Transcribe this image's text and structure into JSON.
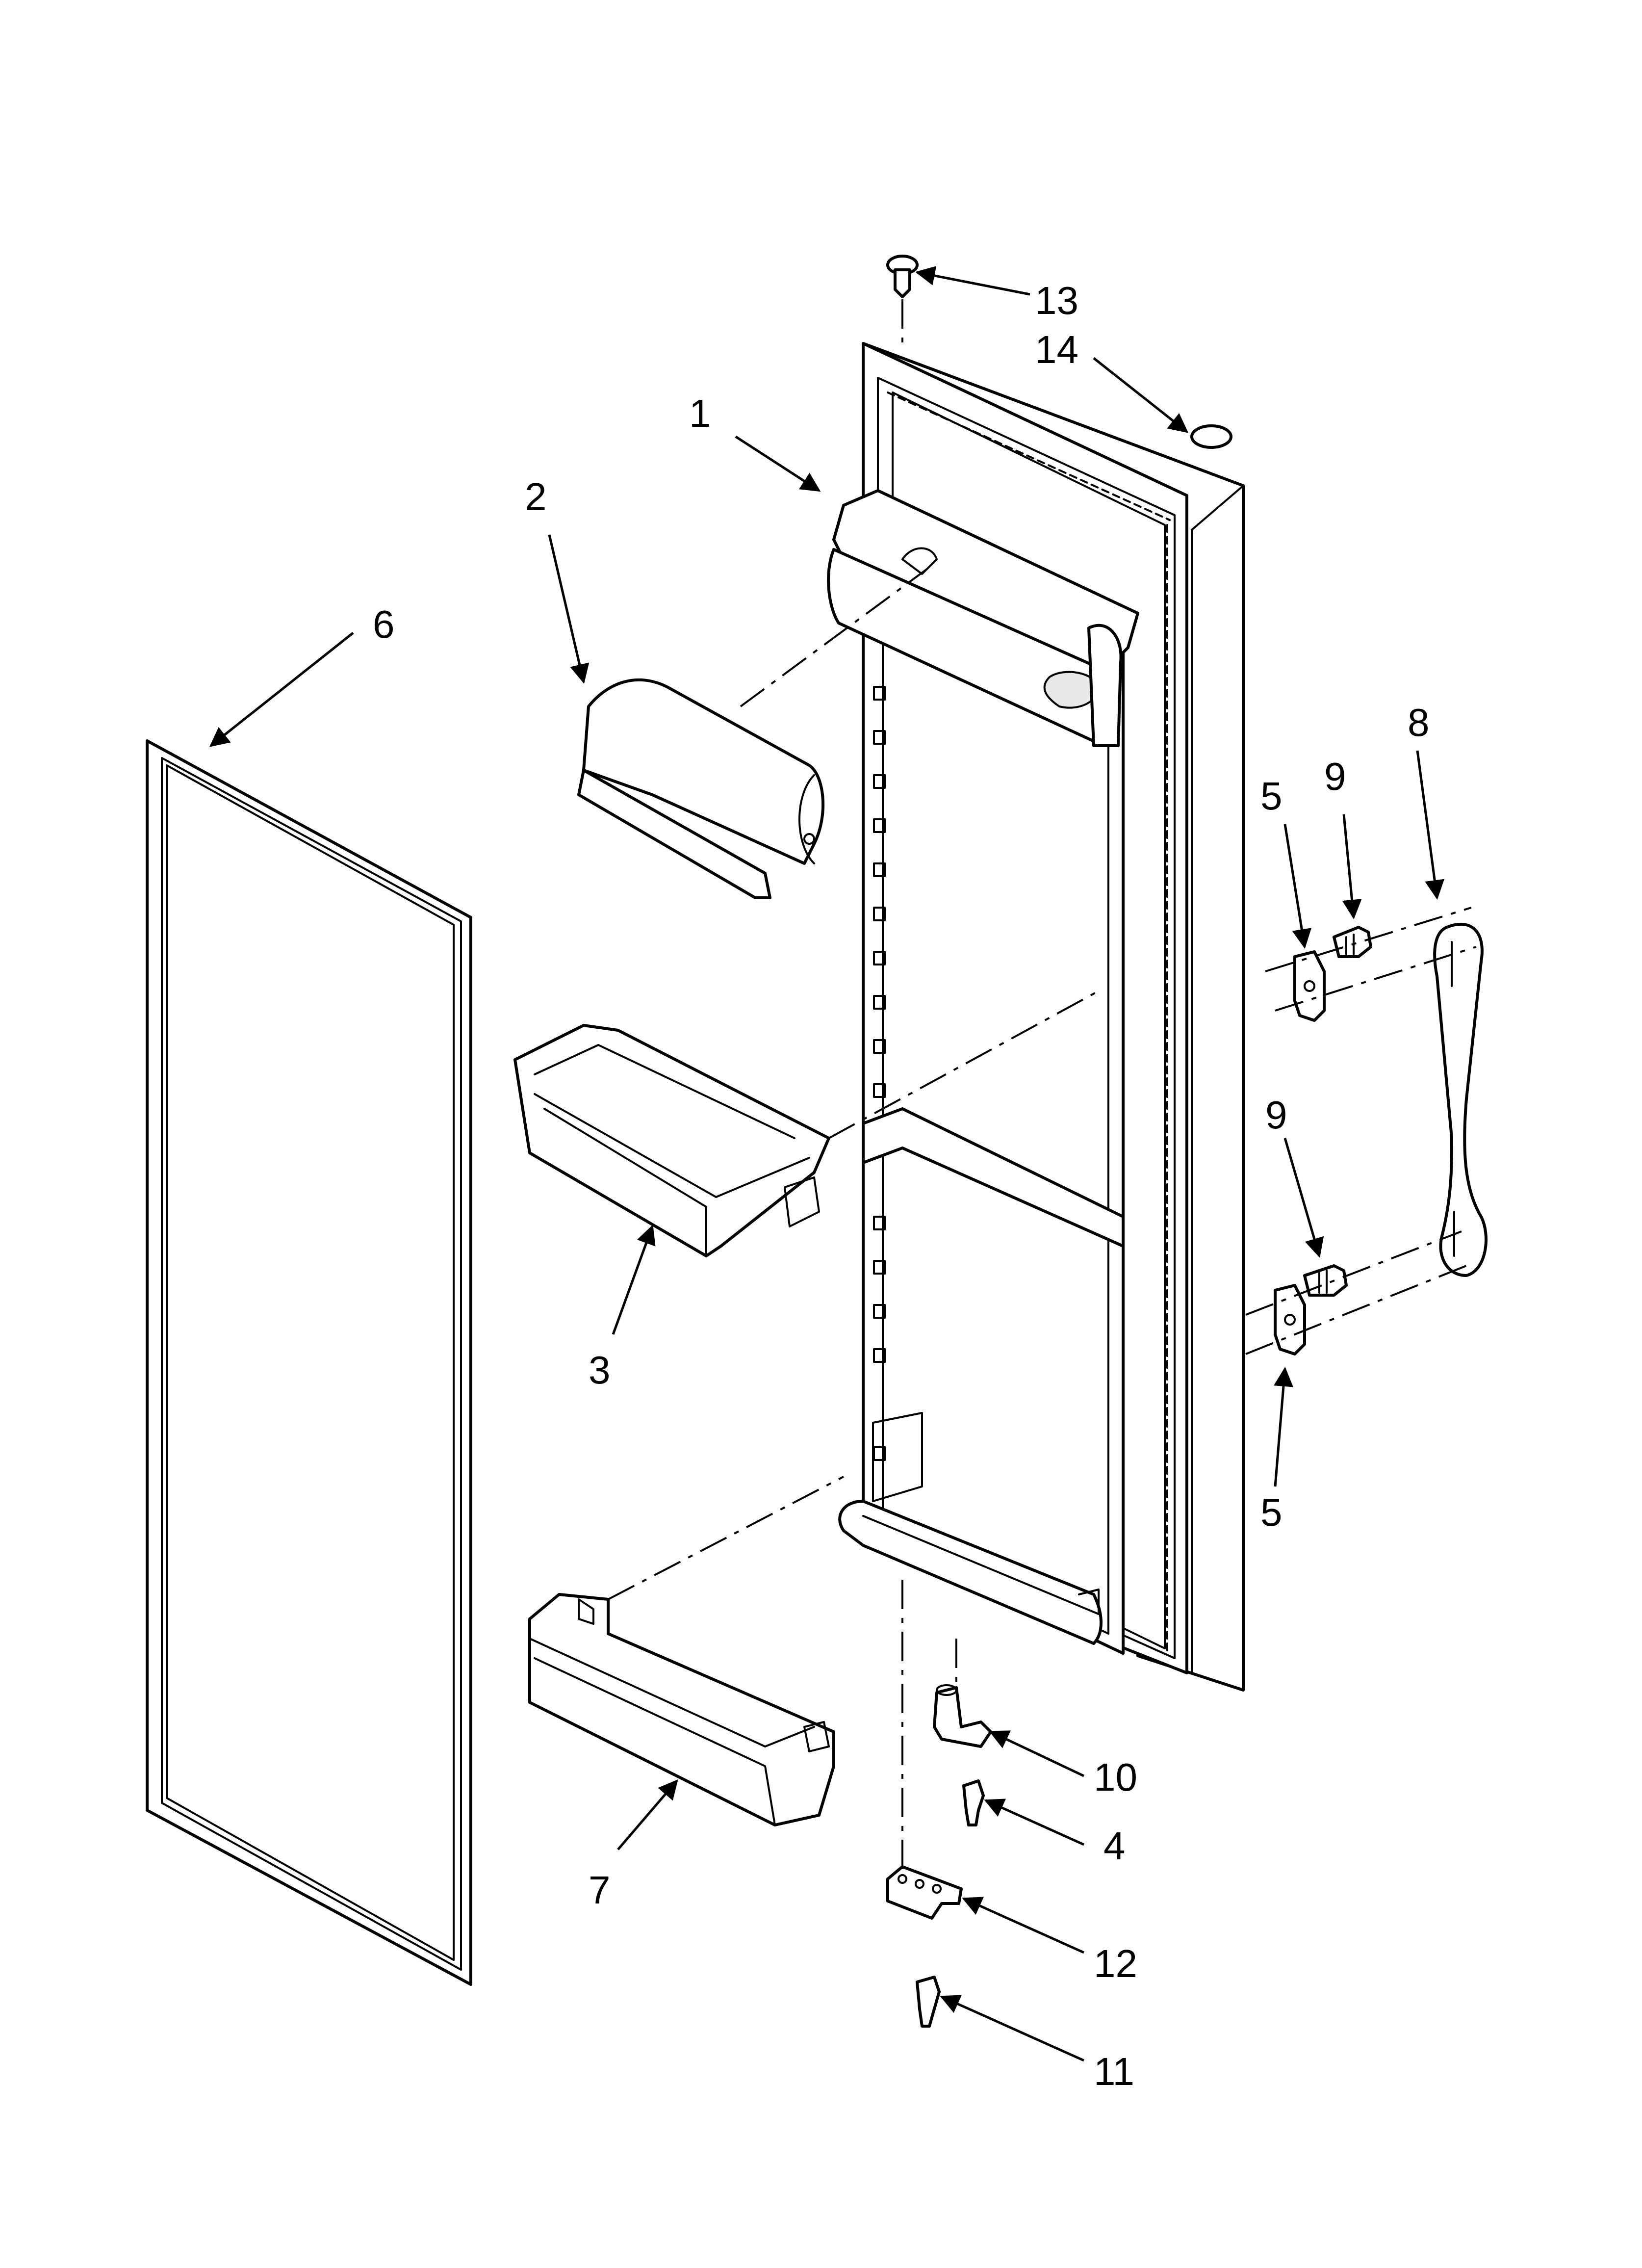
{
  "callouts": [
    {
      "id": "c1",
      "label": "1"
    },
    {
      "id": "c2",
      "label": "2"
    },
    {
      "id": "c3",
      "label": "3"
    },
    {
      "id": "c4",
      "label": "4"
    },
    {
      "id": "c5a",
      "label": "5"
    },
    {
      "id": "c5b",
      "label": "5"
    },
    {
      "id": "c6",
      "label": "6"
    },
    {
      "id": "c7",
      "label": "7"
    },
    {
      "id": "c8",
      "label": "8"
    },
    {
      "id": "c9a",
      "label": "9"
    },
    {
      "id": "c9b",
      "label": "9"
    },
    {
      "id": "c10",
      "label": "10"
    },
    {
      "id": "c11",
      "label": "11"
    },
    {
      "id": "c12",
      "label": "12"
    },
    {
      "id": "c13",
      "label": "13"
    },
    {
      "id": "c14",
      "label": "14"
    }
  ],
  "colors": {
    "line": "#000000",
    "background": "#ffffff"
  }
}
